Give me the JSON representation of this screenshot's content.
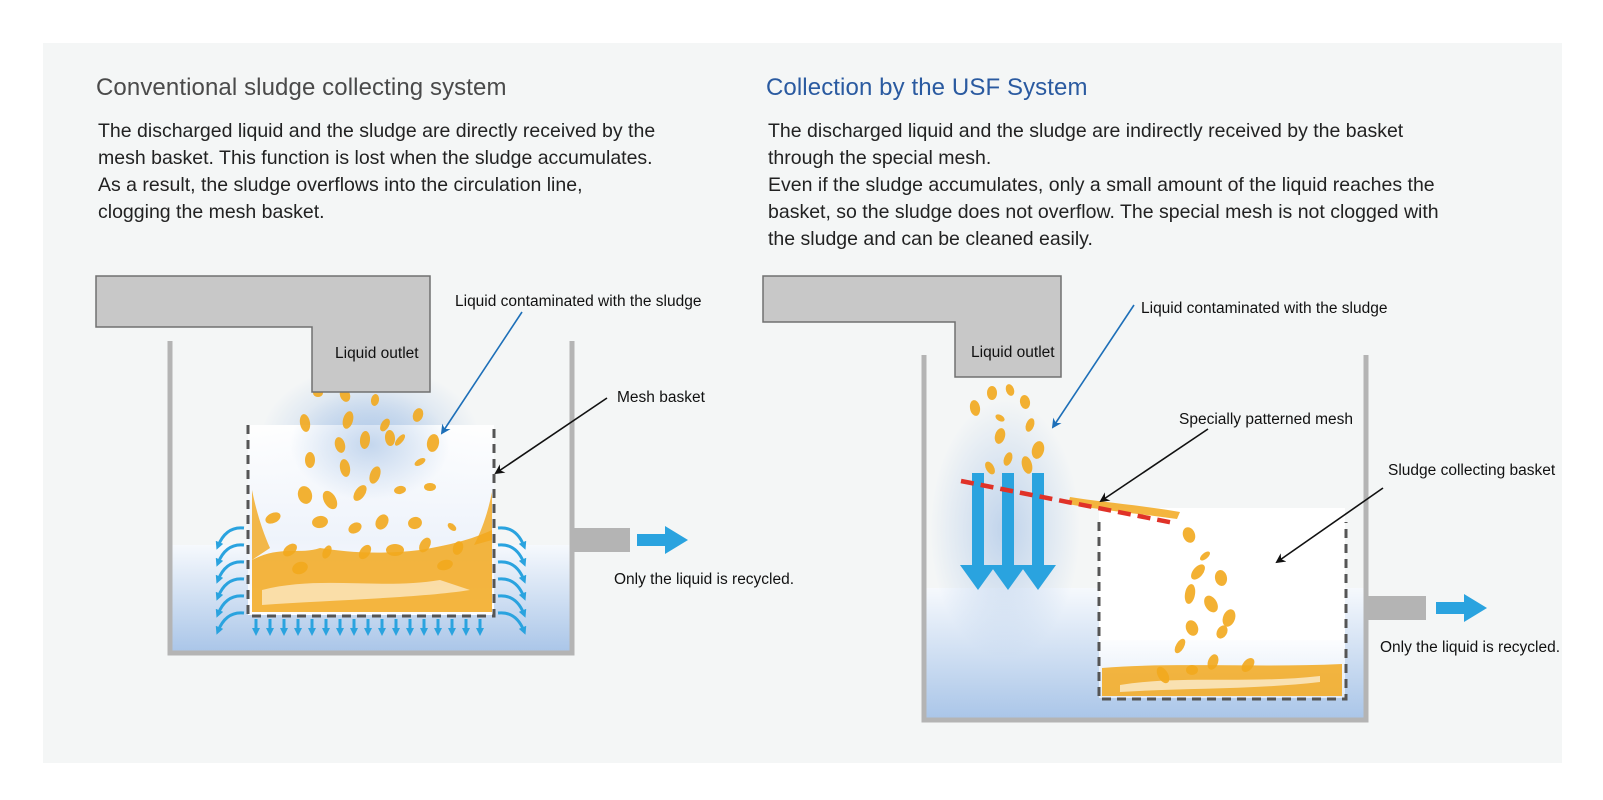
{
  "left": {
    "title": "Conventional sludge collecting system",
    "description_lines": [
      "The discharged liquid and the sludge are directly received by the",
      "mesh basket. This function is lost when the sludge accumulates.",
      "As a result, the sludge overflows into the circulation line,",
      "clogging the mesh basket."
    ],
    "labels": {
      "liquid_outlet": "Liquid outlet",
      "contaminated_liquid": "Liquid contaminated with the sludge",
      "mesh_basket": "Mesh basket",
      "recycled": "Only the liquid is recycled."
    }
  },
  "right": {
    "title": "Collection by the USF System",
    "description_lines": [
      "The discharged liquid and the sludge are indirectly received by the basket",
      "through the special mesh.",
      "Even if the sludge accumulates, only a small amount of the liquid reaches the",
      "basket, so the sludge does not overflow. The special mesh is not clogged with",
      "the sludge and can be cleaned easily."
    ],
    "labels": {
      "liquid_outlet": "Liquid outlet",
      "contaminated_liquid": "Liquid contaminated with the sludge",
      "special_mesh": "Specially patterned mesh",
      "collecting_basket": "Sludge collecting basket",
      "recycled": "Only the liquid is recycled."
    }
  },
  "colors": {
    "panel_bg": "#f4f6f6",
    "right_title": "#2a5aa0",
    "left_title": "#4a4a4a",
    "pipe_fill": "#c8c8c8",
    "pipe_stroke": "#707070",
    "tank_wall": "#b4b4b4",
    "water_top": "#f4f7fc",
    "water_bottom": "#a9c5e8",
    "flow_arrow": "#2aa3df",
    "sludge": "#f2a81d",
    "special_mesh": "#e03228",
    "basket_dash": "#555555",
    "leader_blue": "#1d6fb8"
  }
}
